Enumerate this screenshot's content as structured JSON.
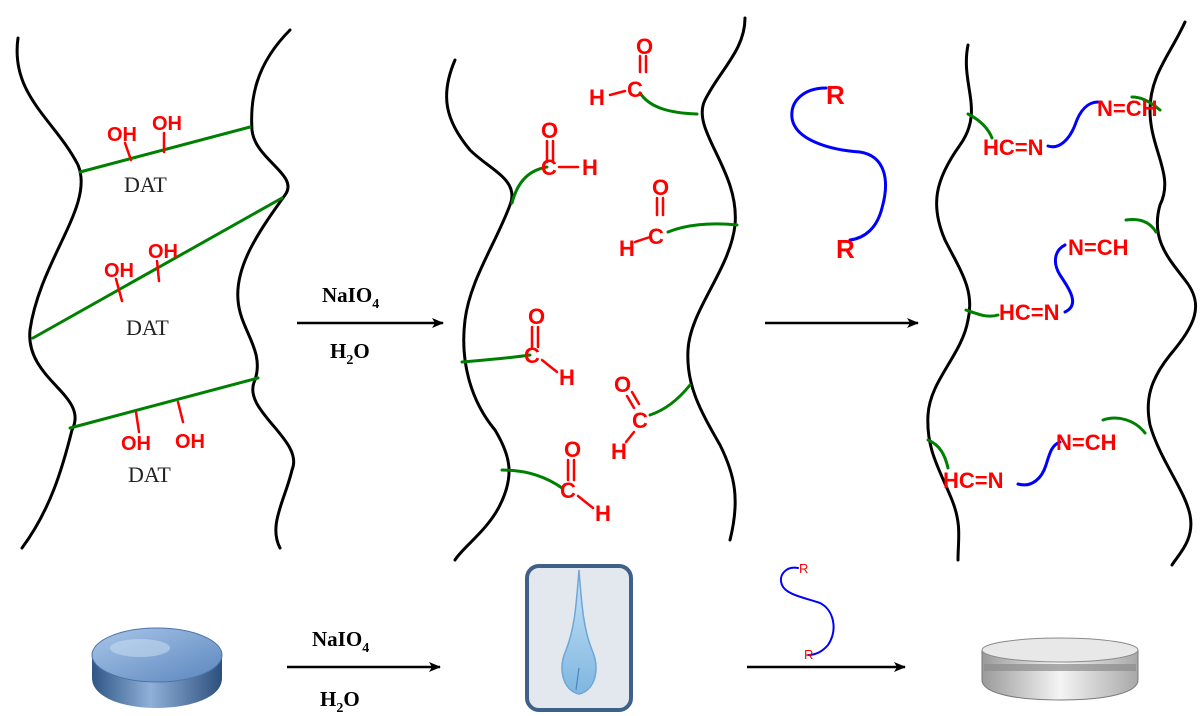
{
  "labels": {
    "hydroxyl": "OH",
    "dat": "DAT",
    "oxygen": "O",
    "carbon": "C",
    "hydrogen": "H",
    "r_group": "R",
    "imine_left": "HC=N",
    "imine_right": "N=CH",
    "oxidant_main": "NaIO",
    "oxidant_sub": "4",
    "solvent_h": "H",
    "solvent_sub": "2",
    "solvent_o": "O"
  },
  "colors": {
    "chain": "#000000",
    "crosslink": "#008000",
    "functional_group": "#ff0000",
    "crosslinker": "#0000ff"
  },
  "icons": [
    "blue-disc-hydrogel-icon",
    "dissolved-droplet-vial-icon",
    "white-crosslinked-disc-icon"
  ]
}
